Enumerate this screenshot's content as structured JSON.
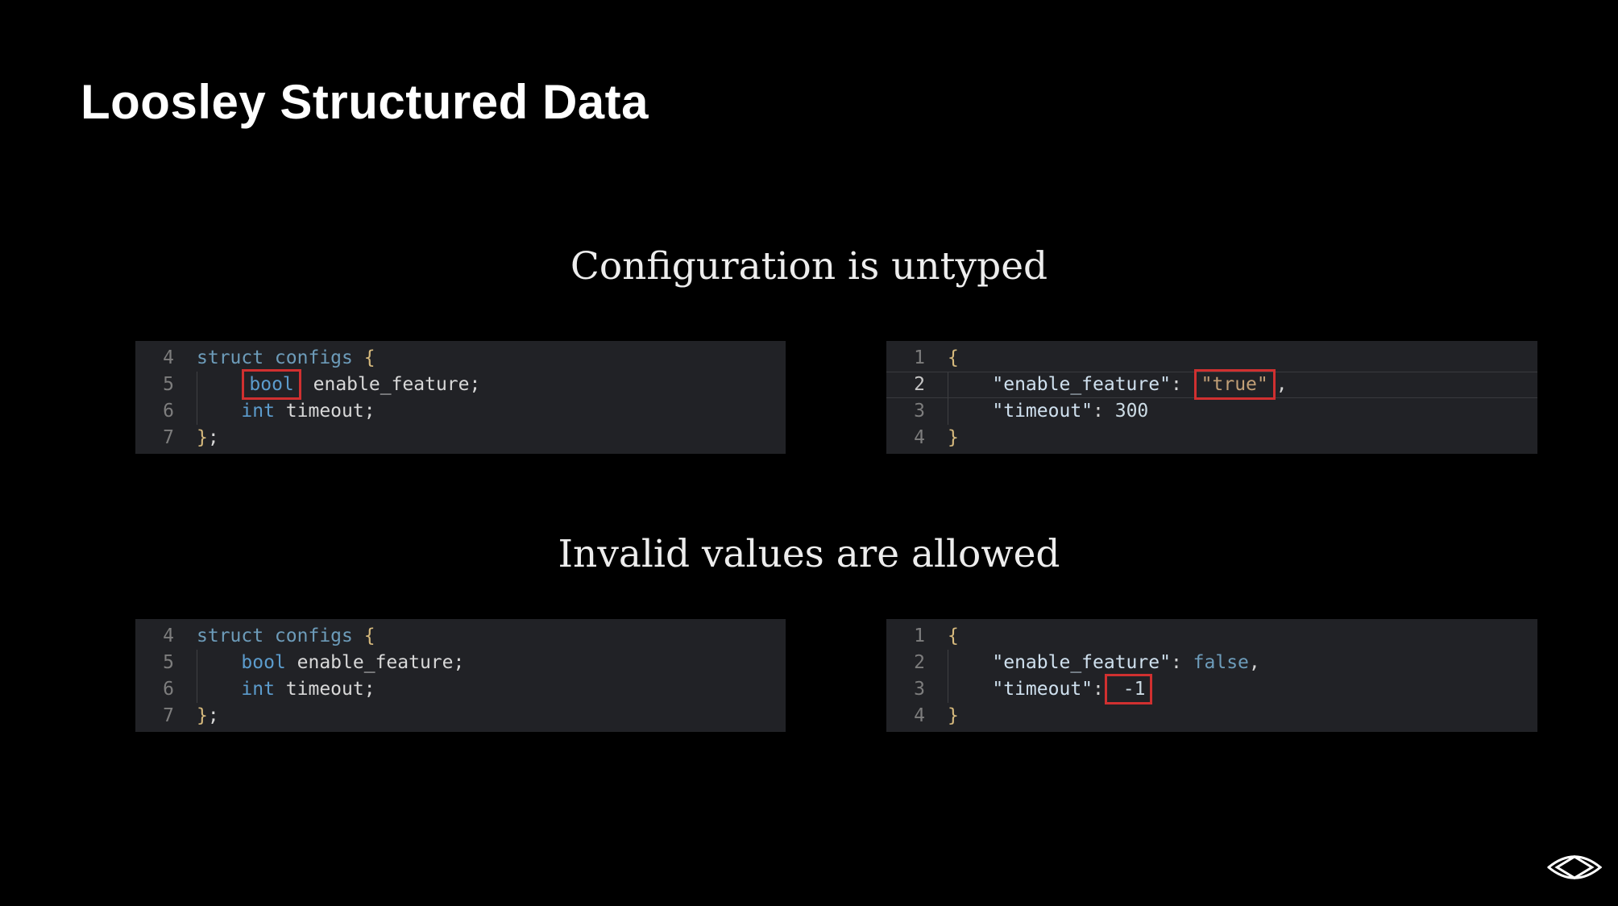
{
  "slide": {
    "title": "Loosley Structured Data"
  },
  "sections": [
    {
      "heading": "Configuration is untyped"
    },
    {
      "heading": "Invalid values are allowed"
    }
  ],
  "colors": {
    "page-bg": "#000000",
    "title": "#ffffff",
    "heading": "#ededed",
    "code-bg": "#212226",
    "line-num": "#7d7d7d",
    "line-num-active": "#c6c6c6",
    "type": "#6d9cba",
    "kw": "#5c9ccd",
    "id": "#d8d8d8",
    "brace": "#d7ba7d",
    "key": "#cfe0ee",
    "punct": "#d4d4d4",
    "str": "#c2a077",
    "num": "#ccdbe4",
    "bool": "#6d9cba",
    "plain": "#d4d4d4",
    "hl-border": "#d03030",
    "guide": "#3f4043",
    "active-line-border": "#393a3e",
    "logo": "#ffffff"
  },
  "code_blocks": [
    {
      "name": "c-struct-untyped",
      "lines": [
        {
          "num": "4",
          "tokens": [
            {
              "t": "struct configs ",
              "c": "type"
            },
            {
              "t": "{",
              "c": "brace"
            }
          ]
        },
        {
          "num": "5",
          "guide": true,
          "tokens": [
            {
              "t": "    ",
              "c": "plain"
            },
            {
              "t": "bool",
              "c": "kw",
              "box": true
            },
            {
              "t": " ",
              "c": "plain"
            },
            {
              "t": "enable_feature;",
              "c": "id"
            }
          ]
        },
        {
          "num": "6",
          "guide": true,
          "tokens": [
            {
              "t": "    ",
              "c": "plain"
            },
            {
              "t": "int",
              "c": "kw"
            },
            {
              "t": " ",
              "c": "plain"
            },
            {
              "t": "timeout;",
              "c": "id"
            }
          ]
        },
        {
          "num": "7",
          "tokens": [
            {
              "t": "}",
              "c": "brace"
            },
            {
              "t": ";",
              "c": "id"
            }
          ]
        }
      ]
    },
    {
      "name": "json-untyped",
      "lines": [
        {
          "num": "1",
          "tokens": [
            {
              "t": "{",
              "c": "brace"
            }
          ]
        },
        {
          "num": "2",
          "active": true,
          "guide": true,
          "tokens": [
            {
              "t": "    ",
              "c": "plain"
            },
            {
              "t": "\"enable_feature\"",
              "c": "key"
            },
            {
              "t": ": ",
              "c": "punct"
            },
            {
              "t": "\"true\"",
              "c": "str",
              "box": true
            },
            {
              "t": ",",
              "c": "punct"
            }
          ]
        },
        {
          "num": "3",
          "guide": true,
          "tokens": [
            {
              "t": "    ",
              "c": "plain"
            },
            {
              "t": "\"timeout\"",
              "c": "key"
            },
            {
              "t": ": ",
              "c": "punct"
            },
            {
              "t": "300",
              "c": "num"
            }
          ]
        },
        {
          "num": "4",
          "tokens": [
            {
              "t": "}",
              "c": "brace"
            }
          ]
        }
      ]
    },
    {
      "name": "c-struct-invalid",
      "lines": [
        {
          "num": "4",
          "tokens": [
            {
              "t": "struct configs ",
              "c": "type"
            },
            {
              "t": "{",
              "c": "brace"
            }
          ]
        },
        {
          "num": "5",
          "guide": true,
          "tokens": [
            {
              "t": "    ",
              "c": "plain"
            },
            {
              "t": "bool",
              "c": "kw"
            },
            {
              "t": " ",
              "c": "plain"
            },
            {
              "t": "enable_feature;",
              "c": "id"
            }
          ]
        },
        {
          "num": "6",
          "guide": true,
          "tokens": [
            {
              "t": "    ",
              "c": "plain"
            },
            {
              "t": "int",
              "c": "kw"
            },
            {
              "t": " ",
              "c": "plain"
            },
            {
              "t": "timeout;",
              "c": "id"
            }
          ]
        },
        {
          "num": "7",
          "tokens": [
            {
              "t": "}",
              "c": "brace"
            },
            {
              "t": ";",
              "c": "id"
            }
          ]
        }
      ]
    },
    {
      "name": "json-invalid",
      "lines": [
        {
          "num": "1",
          "tokens": [
            {
              "t": "{",
              "c": "brace"
            }
          ]
        },
        {
          "num": "2",
          "guide": true,
          "tokens": [
            {
              "t": "    ",
              "c": "plain"
            },
            {
              "t": "\"enable_feature\"",
              "c": "key"
            },
            {
              "t": ": ",
              "c": "punct"
            },
            {
              "t": "false",
              "c": "bool"
            },
            {
              "t": ",",
              "c": "punct"
            }
          ]
        },
        {
          "num": "3",
          "guide": true,
          "tokens": [
            {
              "t": "    ",
              "c": "plain"
            },
            {
              "t": "\"timeout\"",
              "c": "key"
            },
            {
              "t": ":",
              "c": "punct"
            },
            {
              "t": " -1",
              "c": "num",
              "box": true
            }
          ]
        },
        {
          "num": "4",
          "tokens": [
            {
              "t": "}",
              "c": "brace"
            }
          ]
        }
      ]
    }
  ],
  "logo": {
    "name": "diamond-lens"
  }
}
